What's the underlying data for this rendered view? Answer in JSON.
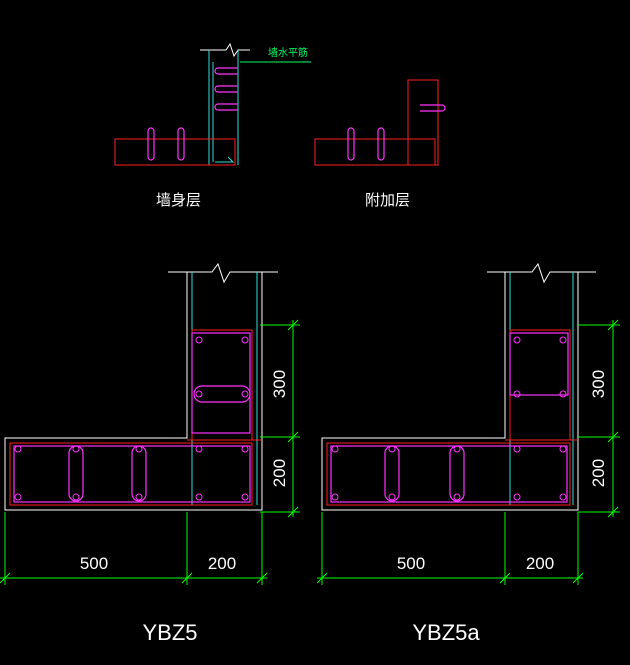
{
  "colors": {
    "background": "#000000",
    "outline": "#ffffff",
    "concrete": "#ff2020",
    "stirrup": "#ff33ff",
    "rebar": "#33dddd",
    "dimension": "#00ff00",
    "note": "#00ff66"
  },
  "top_details": {
    "wall_body": {
      "label": "墙身层",
      "note": "墙水平筋"
    },
    "additional": {
      "label": "附加层"
    }
  },
  "columns": [
    {
      "title": "YBZ5",
      "dim_horizontal": [
        "500",
        "200"
      ],
      "dim_vertical": [
        "300",
        "200"
      ]
    },
    {
      "title": "YBZ5a",
      "dim_horizontal": [
        "500",
        "200"
      ],
      "dim_vertical": [
        "300",
        "200"
      ]
    }
  ]
}
